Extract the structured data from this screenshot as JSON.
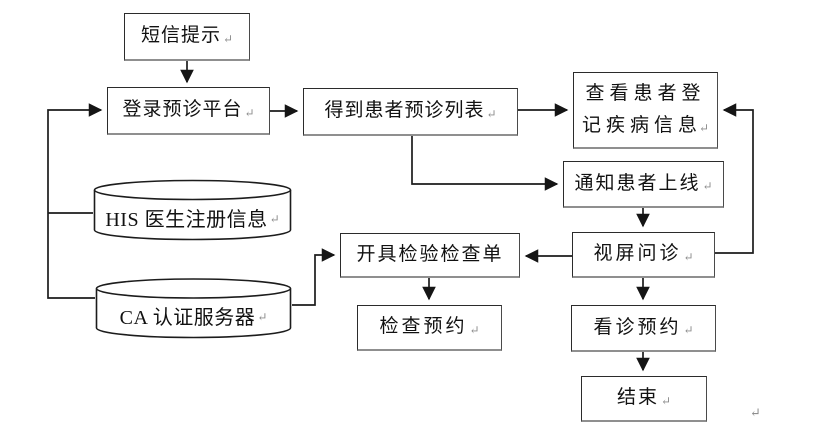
{
  "diagram": {
    "type": "flowchart",
    "language": "zh-CN",
    "marks": {
      "return": "↵"
    },
    "colors": {
      "line": "#1c1c1c",
      "box_border": "#2b2b2b",
      "box_shadow": "#8f8f8f",
      "background": "#ffffff",
      "mark_gray": "#8d8d8d"
    },
    "nodes": {
      "sms": {
        "label": "短信提示",
        "shape": "rect"
      },
      "login": {
        "label": "登录预诊平台",
        "shape": "rect"
      },
      "list": {
        "label": "得到患者预诊列表",
        "shape": "rect"
      },
      "view": {
        "line1": "查看患者登",
        "line2": "记疾病信息",
        "label": "查看患者登记疾病信息",
        "shape": "rect"
      },
      "notify": {
        "label": "通知患者上线",
        "shape": "rect"
      },
      "his": {
        "label": "HIS 医生注册信息",
        "shape": "cylinder"
      },
      "ca": {
        "label": "CA 认证服务器",
        "shape": "cylinder"
      },
      "order": {
        "label": "开具检验检查单",
        "shape": "rect"
      },
      "exam_appt": {
        "label": "检查预约",
        "shape": "rect"
      },
      "video": {
        "label": "视屏问诊",
        "shape": "rect"
      },
      "visit_appt": {
        "label": "看诊预约",
        "shape": "rect"
      },
      "end": {
        "label": "结束",
        "shape": "rect"
      }
    },
    "edges": [
      {
        "from": "sms",
        "to": "login"
      },
      {
        "from": "his",
        "to": "login"
      },
      {
        "from": "ca",
        "to": "login"
      },
      {
        "from": "login",
        "to": "list"
      },
      {
        "from": "list",
        "to": "view"
      },
      {
        "from": "list",
        "to": "notify"
      },
      {
        "from": "notify",
        "to": "video"
      },
      {
        "from": "video",
        "to": "view"
      },
      {
        "from": "video",
        "to": "order"
      },
      {
        "from": "ca",
        "to": "order"
      },
      {
        "from": "order",
        "to": "exam_appt"
      },
      {
        "from": "video",
        "to": "visit_appt"
      },
      {
        "from": "visit_appt",
        "to": "end"
      }
    ]
  }
}
